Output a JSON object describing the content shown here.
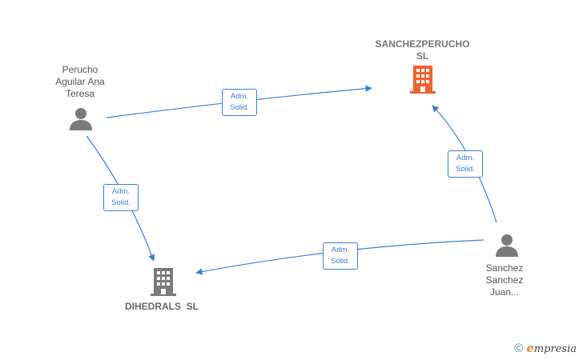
{
  "nodes": {
    "sanchezperucho": {
      "label": "SANCHEZPERUCHO\nSL",
      "icon": "building-icon",
      "color": "#f4612e"
    },
    "dihedrals": {
      "label": "DIHEDRALS  SL",
      "icon": "building-icon",
      "color": "#7a7a7a"
    },
    "perucho": {
      "label": "Perucho\nAguilar Ana\nTeresa",
      "icon": "person-icon",
      "color": "#7a7a7a"
    },
    "sanchez": {
      "label": "Sanchez\nSanchez\nJuan...",
      "icon": "person-icon",
      "color": "#7a7a7a"
    }
  },
  "edges": [
    {
      "from": "perucho",
      "to": "sanchezperucho",
      "label": "Adm.\nSolid."
    },
    {
      "from": "perucho",
      "to": "dihedrals",
      "label": "Adm.\nSolid."
    },
    {
      "from": "sanchez",
      "to": "sanchezperucho",
      "label": "Adm.\nSolid."
    },
    {
      "from": "sanchez",
      "to": "dihedrals",
      "label": "Adm.\nSolid."
    }
  ],
  "colors": {
    "edge": "#3a7fd5"
  },
  "watermark": {
    "symbol": "©",
    "brand_initial": "e",
    "brand_rest": "mpresia"
  }
}
